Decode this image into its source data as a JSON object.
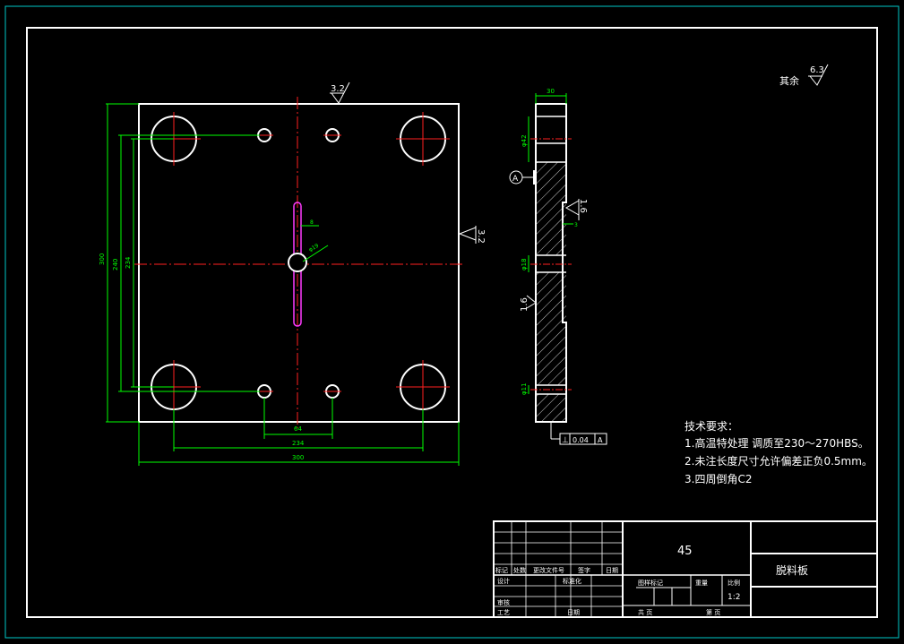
{
  "colors": {
    "background": "#000000",
    "frame": "#ffffff",
    "border": "#00c8c8",
    "part": "#ffffff",
    "centerline": "#ff2020",
    "dimension": "#00ff00",
    "leader": "#00ffff",
    "hatch": "#ffffff"
  },
  "roughness": {
    "other_label": "其余",
    "other_value": "6.3",
    "top": "3.2",
    "right": "3.2",
    "side_face": "1.6",
    "side_left": "1.6"
  },
  "front_view": {
    "dims": {
      "height_outer": "300",
      "height_mid": "240",
      "height_inner": "234",
      "width_total": "300",
      "width_holes": "234",
      "width_small": "64",
      "slot": "8",
      "center_hole": "φ19"
    }
  },
  "side_view": {
    "dims": {
      "thickness": "30",
      "hole_top": "φ42",
      "hole_mid": "φ18",
      "hole_bottom": "φ11",
      "groove": "3"
    },
    "datum": "A",
    "tolerance": {
      "symbol": "⊥",
      "value": "0.04",
      "datum": "A"
    }
  },
  "notes": {
    "title": "技术要求：",
    "items": [
      "1.高温特处理 调质至230～270HBS。",
      "2.未注长度尺寸允许偏差正负0.5mm。",
      "3.四周倒角C2"
    ]
  },
  "title_block": {
    "material": "45",
    "part_name": "脱料板",
    "scale": "1:2",
    "cells": {
      "c1": "标记",
      "c2": "处数",
      "c3": "更改文件号",
      "c4": "签字",
      "c5": "日期",
      "design": "设计",
      "standard": "标准化",
      "stage": "图样标记",
      "weight": "重量",
      "scale_label": "比例",
      "review": "审核",
      "process": "工艺",
      "date": "日期",
      "sheets_total": "共 页",
      "sheet": "第 页"
    }
  }
}
